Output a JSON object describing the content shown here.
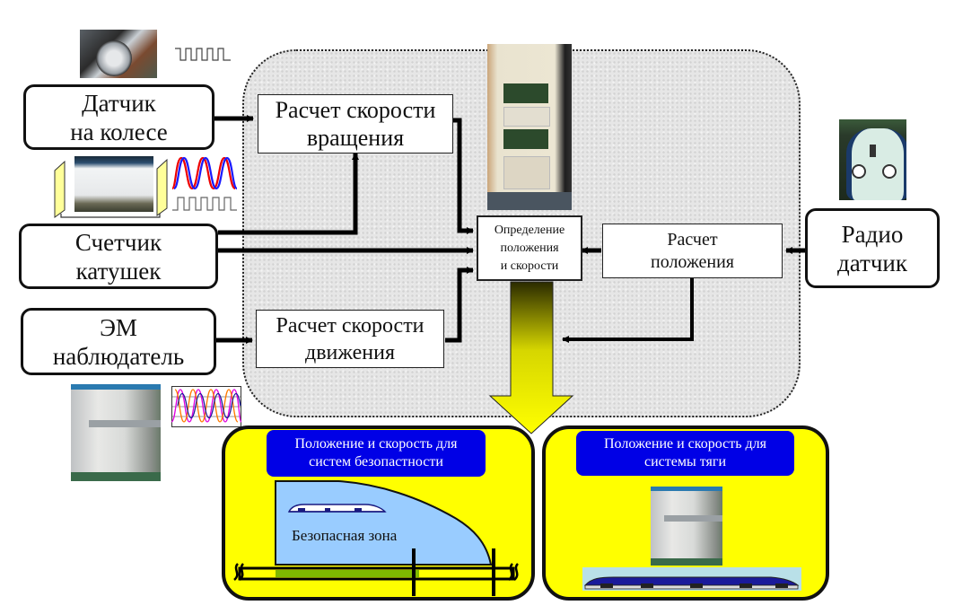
{
  "sources": {
    "wheel_sensor": {
      "line1": "Датчик",
      "line2": "на колесе"
    },
    "coil_counter": {
      "line1": "Счетчик",
      "line2": "катушек"
    },
    "em_observer": {
      "line1": "ЭМ",
      "line2": "наблюдатель"
    },
    "radio_sensor": {
      "line1": "Радио",
      "line2": "датчик"
    }
  },
  "processing": {
    "rotation_speed": {
      "line1": "Расчет скорости",
      "line2": "вращения"
    },
    "motion_speed": {
      "line1": "Расчет скорости",
      "line2": "движения"
    },
    "position_calc": {
      "line1": "Расчет",
      "line2": "положения"
    },
    "determination": {
      "line1": "Определение",
      "line2": "положения",
      "line3": "и скорости"
    }
  },
  "outputs": {
    "safety": {
      "title_line1": "Положение и скорость для",
      "title_line2": "систем безопастности",
      "zone_label": "Безопасная зона"
    },
    "traction": {
      "title_line1": "Положение и скорость для",
      "title_line2": "системы тяги"
    }
  },
  "icons": [
    "wheel-photo",
    "pulse-signal-icon",
    "sine-signal-icon",
    "coil-photo",
    "controller-cabinet-photo",
    "radio-antenna-photo",
    "em-stator-photo",
    "three-phase-waveform-icon",
    "train-icon"
  ],
  "colors": {
    "yellow": "#ffff00",
    "blue_header": "#0000e6",
    "safe_zone": "#99ccff",
    "green_track": "#7fb800"
  }
}
